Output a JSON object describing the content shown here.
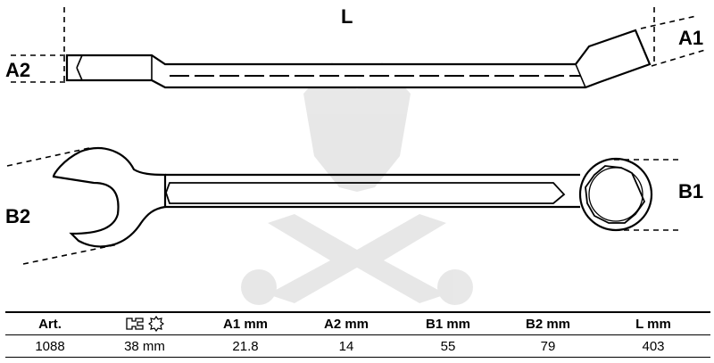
{
  "dimension_labels": {
    "length": "L",
    "open_end_thickness": "A2",
    "ring_end_thickness": "A1",
    "open_end_width": "B2",
    "ring_end_width": "B1"
  },
  "icons": {
    "header_size": [
      "open-end-wrench-icon",
      "ring-twelve-point-icon"
    ],
    "watermark": "panther-logo-watermark"
  },
  "table": {
    "headers": {
      "art": "Art.",
      "a1": "A1  mm",
      "a2": "A2  mm",
      "b1": "B1  mm",
      "b2": "B2  mm",
      "l": "L  mm"
    },
    "rows": [
      {
        "art": "1088",
        "size": "38 mm",
        "a1": "21.8",
        "a2": "14",
        "b1": "55",
        "b2": "79",
        "l": "403"
      }
    ]
  }
}
